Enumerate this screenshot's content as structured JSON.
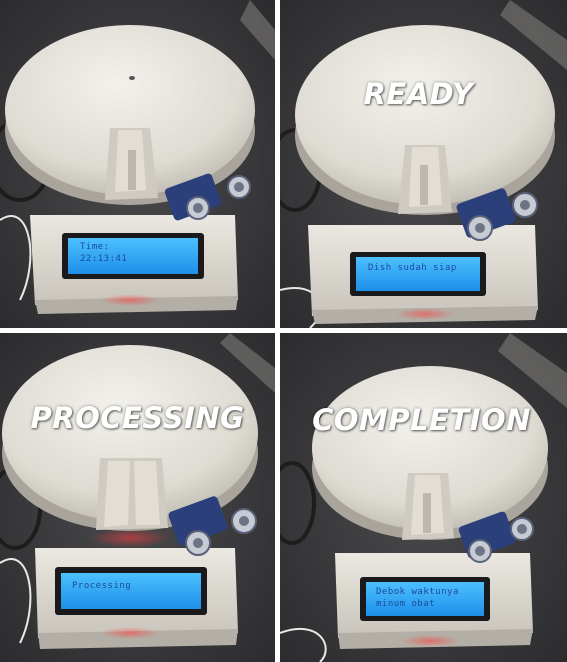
{
  "panels": [
    {
      "id": "top-left",
      "label": "",
      "lcd_line1": "Time:",
      "lcd_line2": "22:13:41"
    },
    {
      "id": "top-right",
      "label": "READY",
      "lcd_line1": "Dish sudah siap",
      "lcd_line2": ""
    },
    {
      "id": "bottom-left",
      "label": "PROCESSING",
      "lcd_line1": "Processing",
      "lcd_line2": ""
    },
    {
      "id": "bottom-right",
      "label": "COMPLETION",
      "lcd_line1": "Debok waktunya",
      "lcd_line2": "minum obat"
    }
  ],
  "colors": {
    "lcd_backlight": "#2aa6ff",
    "housing": "#e9e6df",
    "background": "#3a3a3c",
    "label": "#ffffff"
  }
}
